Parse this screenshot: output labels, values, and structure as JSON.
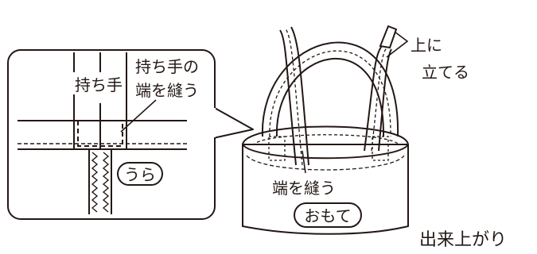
{
  "labels": {
    "handle": "持ち手",
    "handle_end_line1": "持ち手の",
    "handle_end_line2": "端を縫う",
    "reverse_side": "うら",
    "stand_up_line1": "上に",
    "stand_up_line2": "立てる",
    "sew_ends": "端を縫う",
    "front_side": "おもて",
    "finished": "出来上がり"
  },
  "colors": {
    "ink": "#231815",
    "panel_fill": "#ffffff",
    "panel_stroke": "#231815"
  }
}
